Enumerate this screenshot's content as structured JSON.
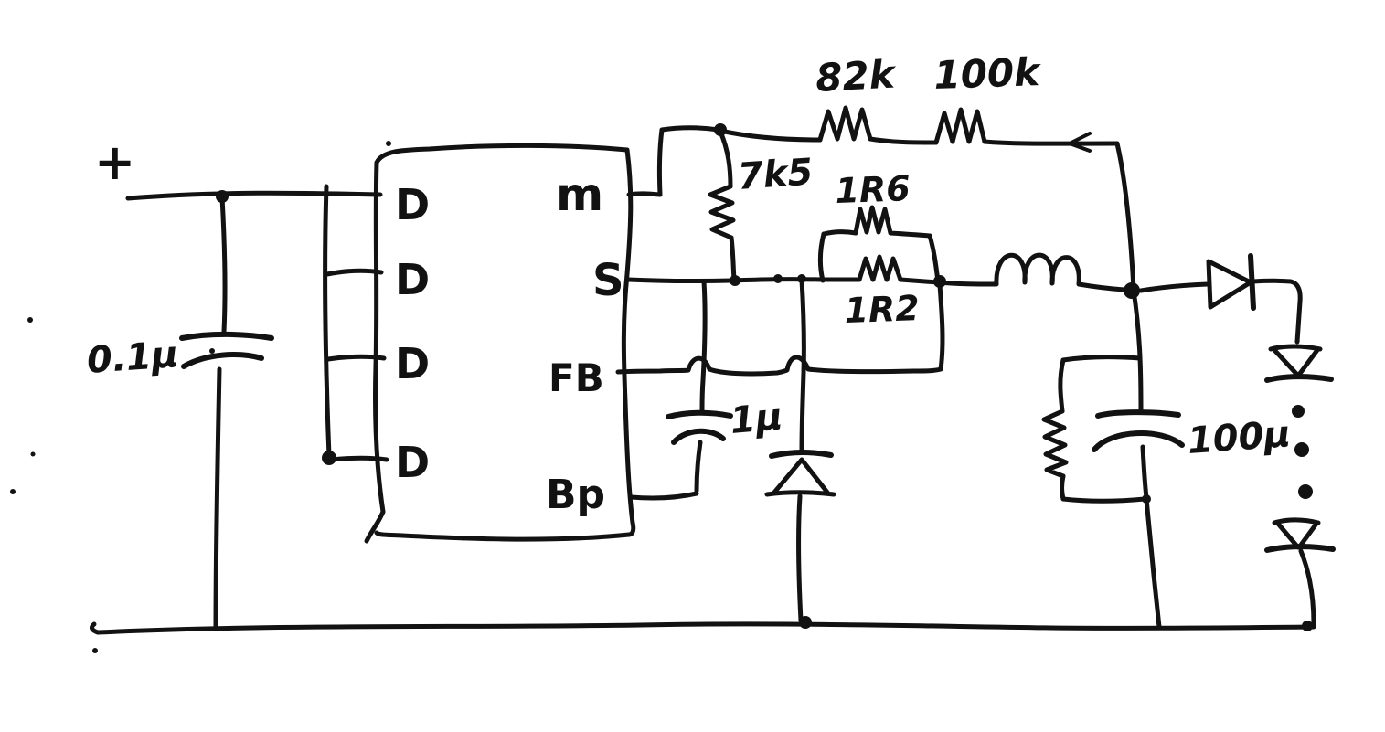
{
  "canvas": {
    "background": "#ffffff",
    "ink": "#121212"
  },
  "labels": {
    "supply_positive": "+",
    "c_input": "0.1µ",
    "r_top_left": "82k",
    "r_top_right": "100k",
    "r_divider": "7k5",
    "r_sense_upper": "1R6",
    "r_sense_lower": "1R2",
    "c_bypass": "1µ",
    "c_output": "100µ"
  },
  "ic": {
    "pins_left": [
      "D",
      "D",
      "D",
      "D"
    ],
    "pins_right": [
      "m",
      "S",
      "FB",
      "Bp"
    ]
  }
}
